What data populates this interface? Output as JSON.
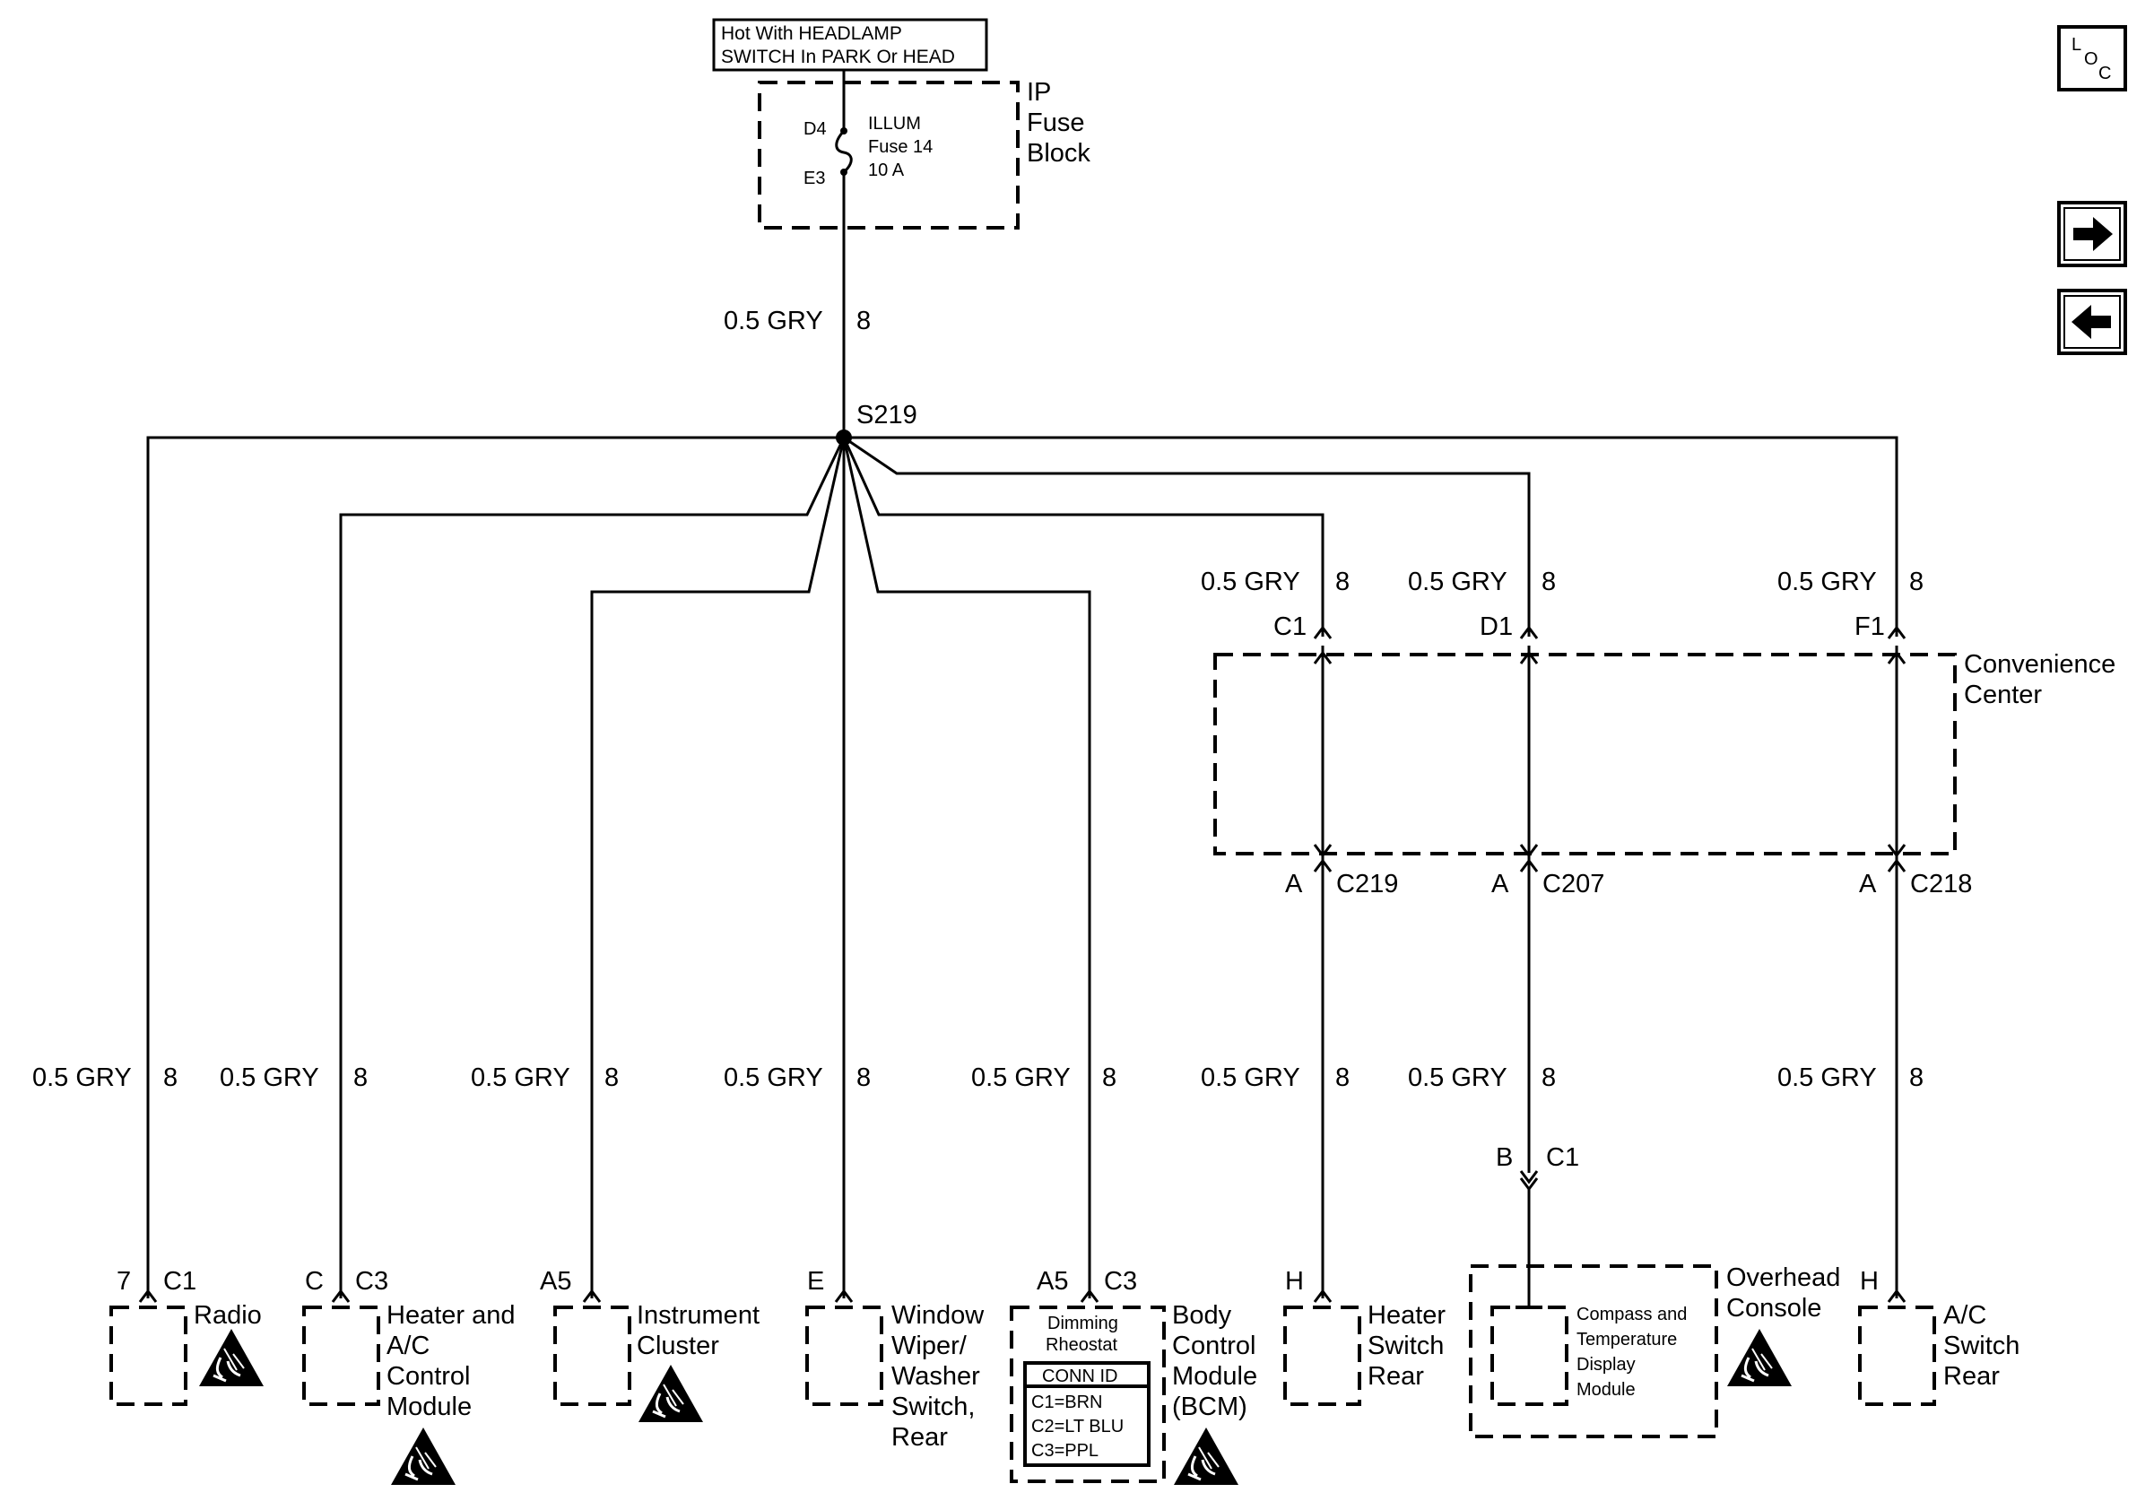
{
  "source": {
    "label_line1": "Hot With HEADLAMP",
    "label_line2": "SWITCH In PARK Or HEAD"
  },
  "fuse_block": {
    "name_lines": [
      "IP",
      "Fuse",
      "Block"
    ],
    "fuse_lines": [
      "ILLUM",
      "Fuse 14",
      "10 A"
    ],
    "pin_in": "D4",
    "pin_out": "E3"
  },
  "splice": "S219",
  "wire": {
    "gauge_color": "0.5 GRY",
    "circuit": "8"
  },
  "convenience_center": {
    "name_lines": [
      "Convenience",
      "Center"
    ],
    "inputs": [
      "C1",
      "D1",
      "F1"
    ],
    "outputs": [
      {
        "pin": "A",
        "connector": "C219"
      },
      {
        "pin": "A",
        "connector": "C207"
      },
      {
        "pin": "A",
        "connector": "C218"
      }
    ]
  },
  "inline_connector": {
    "pin": "B",
    "connector": "C1"
  },
  "loads": [
    {
      "pin": "7",
      "connector": "C1",
      "name_lines": [
        "Radio"
      ]
    },
    {
      "pin": "C",
      "connector": "C3",
      "name_lines": [
        "Heater and",
        "A/C",
        "Control",
        "Module"
      ]
    },
    {
      "pin": "A5",
      "connector": "",
      "name_lines": [
        "Instrument",
        "Cluster"
      ]
    },
    {
      "pin": "E",
      "connector": "",
      "name_lines": [
        "Window",
        "Wiper/",
        "Washer",
        "Switch,",
        "Rear"
      ]
    },
    {
      "pin": "A5",
      "connector": "C3",
      "name_lines": [
        "Body",
        "Control",
        "Module",
        "(BCM)"
      ]
    },
    {
      "pin": "H",
      "connector": "",
      "name_lines": [
        "Heater",
        "Switch",
        "Rear"
      ]
    },
    {
      "pin": "",
      "connector": "",
      "name_lines": [
        "Overhead",
        "Console"
      ]
    },
    {
      "pin": "H",
      "connector": "",
      "name_lines": [
        "A/C",
        "Switch",
        "Rear"
      ]
    }
  ],
  "bcm_inner": {
    "rheostat_lines": [
      "Dimming",
      "Rheostat"
    ],
    "conn_id_title": "CONN ID",
    "conn_ids": [
      "C1=BRN",
      "C2=LT BLU",
      "C3=PPL"
    ]
  },
  "compass_module_lines": [
    "Compass and",
    "Temperature",
    "Display",
    "Module"
  ],
  "nav": {
    "loc_l": "L",
    "loc_o": "O",
    "loc_c": "C",
    "next_icon": "arrow-right-icon",
    "prev_icon": "arrow-left-icon"
  }
}
